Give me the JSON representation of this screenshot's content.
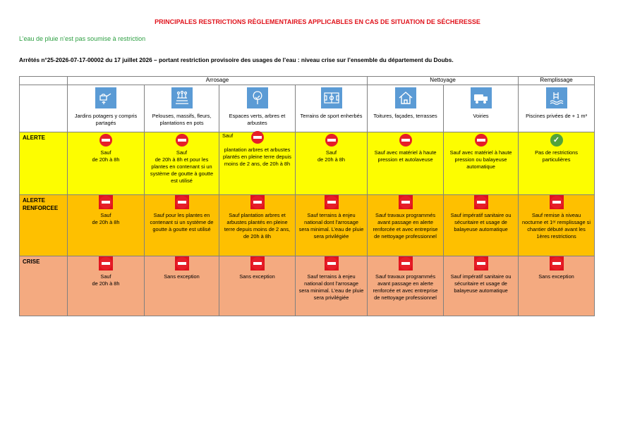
{
  "title": "PRINCIPALES RESTRICTIONS RÈGLEMENTAIRES APPLICABLES EN CAS DE SITUATION DE SÉCHERESSE",
  "note": "L’eau de pluie n’est pas soumise à restriction",
  "decree": "Arrêtés n°25-2026-07-17-00002 du 17 juillet 2026 – portant restriction provisoire des usages de l’eau : niveau crise sur l’ensemble du département du Doubs.",
  "groups": {
    "arrosage": "Arrosage",
    "nettoyage": "Nettoyage",
    "remplissage": "Remplissage"
  },
  "categories": [
    {
      "label": "Jardins potagers y compris partagés",
      "icon": "watering-can-icon"
    },
    {
      "label": "Pelouses, massifs, fleurs, plantations en pots",
      "icon": "garden-beds-icon"
    },
    {
      "label": "Espaces verts, arbres et arbustes",
      "icon": "tree-icon"
    },
    {
      "label": "Terrains de sport enherbés",
      "icon": "sports-field-icon"
    },
    {
      "label": "Toitures, façades, terrasses",
      "icon": "house-icon"
    },
    {
      "label": "Voiries",
      "icon": "street-sweeper-icon"
    },
    {
      "label": "Piscines privées de + 1 m³",
      "icon": "pool-icon"
    }
  ],
  "levels": [
    {
      "name": "ALERTE",
      "cells": [
        {
          "status": "restricted",
          "text": "Sauf\nde 20h à 8h"
        },
        {
          "status": "restricted",
          "text": "Sauf\nde 20h à 8h et pour les plantes en contenant si un système de goutte à goutte est utilisé"
        },
        {
          "status": "restricted",
          "prefix": "Sauf",
          "text": "plantation arbres et arbustes plantés en pleine terre depuis moins de 2 ans, de 20h à 8h"
        },
        {
          "status": "restricted",
          "text": "Sauf\nde 20h à 8h"
        },
        {
          "status": "restricted",
          "text": "Sauf avec matériel à haute pression et autolaveuse"
        },
        {
          "status": "restricted",
          "text": "Sauf avec matériel à haute pression ou balayeuse automatique"
        },
        {
          "status": "allowed",
          "text": "Pas de restrictions particulières"
        }
      ]
    },
    {
      "name": "ALERTE RENFORCEE",
      "cells": [
        {
          "status": "restricted",
          "text": "Sauf\nde 20h à 8h"
        },
        {
          "status": "restricted",
          "text": "Sauf pour les plantes en contenant si un système de goutte à goutte est utilisé"
        },
        {
          "status": "restricted",
          "text": "Sauf plantation arbres et arbustes plantés en pleine terre depuis moins de 2 ans, de 20h à 8h"
        },
        {
          "status": "restricted",
          "text": "Sauf terrains à enjeu national dont l’arrosage sera minimal. L’eau de pluie sera privilégiée"
        },
        {
          "status": "restricted",
          "text": "Sauf travaux programmés avant passage en alerte renforcée et avec entreprise de nettoyage professionnel"
        },
        {
          "status": "restricted",
          "text": "Sauf impératif sanitaire ou sécuritaire et usage de balayeuse automatique"
        },
        {
          "status": "restricted",
          "text": "Sauf remise à niveau nocturne et 1ᵉʳ remplissage si chantier débuté avant les 1ères restrictions"
        }
      ]
    },
    {
      "name": "CRISE",
      "cells": [
        {
          "status": "restricted",
          "text": "Sauf\nde 20h à 8h"
        },
        {
          "status": "restricted",
          "text": "Sans exception"
        },
        {
          "status": "restricted",
          "text": "Sans exception"
        },
        {
          "status": "restricted",
          "text": "Sauf terrains à enjeu national dont l’arrosage sera minimal. L’eau de pluie sera privilégiée"
        },
        {
          "status": "restricted",
          "text": "Sauf travaux programmés avant passage en alerte renforcée et avec entreprise de nettoyage professionnel"
        },
        {
          "status": "restricted",
          "text": "Sauf impératif sanitaire ou sécuritaire et usage de balayeuse automatique"
        },
        {
          "status": "restricted",
          "text": "Sans exception"
        }
      ]
    }
  ],
  "colors": {
    "title": "#e0121b",
    "note": "#2ea043",
    "alerte": "#fdfd00",
    "alerte_renforcee": "#fec000",
    "crise": "#f4aa80",
    "icon_bg": "#5b9bd5",
    "stop": "#e61e28",
    "ok": "#52a33b"
  }
}
